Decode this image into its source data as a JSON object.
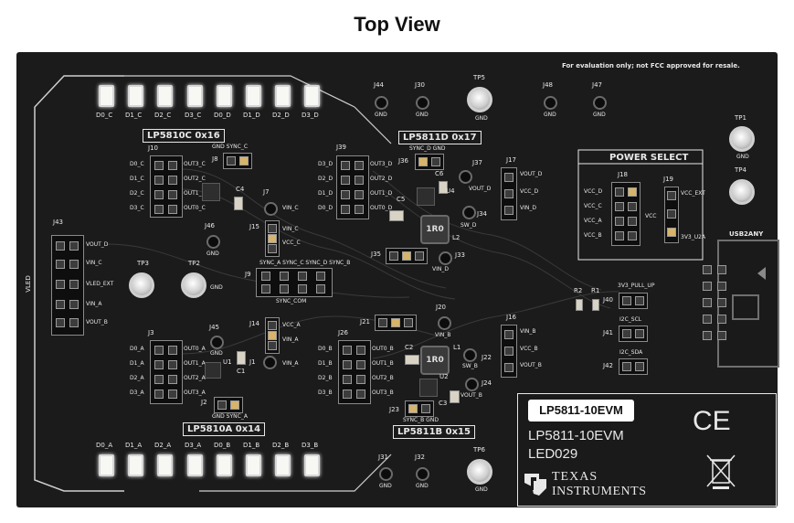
{
  "title": "Top View",
  "notice": "For evaluation only; not FCC approved for resale.",
  "leds_top": [
    "D0_C",
    "D1_C",
    "D2_C",
    "D3_C",
    "D0_D",
    "D1_D",
    "D2_D",
    "D3_D"
  ],
  "leds_bottom": [
    "D0_A",
    "D1_A",
    "D2_A",
    "D3_A",
    "D0_B",
    "D1_B",
    "D2_B",
    "D3_B"
  ],
  "gnd": "GND",
  "sections": {
    "c": "LP5810C 0x16",
    "d": "LP5811D 0x17",
    "a": "LP5810A 0x14",
    "b": "LP5811B 0x15"
  },
  "power_select": "POWER SELECT",
  "usb": "USB2ANY",
  "vled": "VLED",
  "sticker": "LP5811-10EVM",
  "model": "LP5811-10EVM",
  "code": "LED029",
  "ti_texas": "TEXAS",
  "ti_instruments": "INSTRUMENTS",
  "ce": "CE",
  "refs": {
    "j44": "J44",
    "j30": "J30",
    "tp5": "TP5",
    "j48": "J48",
    "j47": "J47",
    "tp1": "TP1",
    "tp4": "TP4",
    "tp3": "TP3",
    "tp2": "TP2",
    "tp6": "TP6",
    "j10": "J10",
    "j8": "J8",
    "j7": "J7",
    "j15": "J15",
    "j39": "J39",
    "j36": "J36",
    "j37": "J37",
    "j34": "J34",
    "j17": "J17",
    "j18": "J18",
    "j19": "J19",
    "j35": "J35",
    "j33": "J33",
    "j9": "J9",
    "j43": "J43",
    "j46": "J46",
    "j3": "J3",
    "j45": "J45",
    "j14": "J14",
    "j1": "J1",
    "j2": "J2",
    "j26": "J26",
    "j21": "J21",
    "j20": "J20",
    "j16": "J16",
    "j22": "J22",
    "j24": "J24",
    "j23": "J23",
    "j31": "J31",
    "j32": "J32",
    "j40": "J40",
    "j41": "J41",
    "j42": "J42",
    "c4": "C4",
    "c6": "C6",
    "c5": "C5",
    "u4": "U4",
    "l2": "L2",
    "c1": "C1",
    "u1": "U1",
    "c2": "C2",
    "l1": "L1",
    "u2": "U2",
    "c3": "C3",
    "r2": "R2",
    "r1": "R1",
    "ind": "1R0"
  },
  "nets": {
    "gnd_sync_c": "GND SYNC_C",
    "sync_d_gnd": "SYNC_D GND",
    "gnd_sync_a": "GND SYNC_A",
    "sync_b_gnd": "SYNC_B GND",
    "sync_com": "SYNC_COM",
    "sync_row": "SYNC_A SYNC_C SYNC_D SYNC_B",
    "vin_c": "VIN_C",
    "vcc_c": "VCC_C",
    "vcc_a": "VCC_A",
    "vin_a": "VIN_A",
    "vout_d": "VOUT_D",
    "vcc_d": "VCC_D",
    "vin_d": "VIN_D",
    "vin_b": "VIN_B",
    "vcc_b": "VCC_B",
    "vout_b": "VOUT_B",
    "sw_d": "SW_D",
    "sw_b": "SW_B",
    "vcc_ext": "VCC_EXT",
    "vcc": "VCC",
    "v3_u2a": "3V3_U2A",
    "pull_up": "3V3_PULL_UP",
    "i2c_scl": "I2C_SCL",
    "i2c_sda": "I2C_SDA",
    "vout_d_side": "VOUT_D",
    "vin_c_side": "VIN_C",
    "vled_ext": "VLED_EXT",
    "vin_a_side": "VIN_A",
    "vout_b_side": "VOUT_B"
  },
  "pins": {
    "c_left": [
      "D0_C",
      "D1_C",
      "D2_C",
      "D3_C"
    ],
    "c_right": [
      "OUT3_C",
      "OUT2_C",
      "OUT1_C",
      "OUT0_C"
    ],
    "d_left": [
      "D3_D",
      "D2_D",
      "D1_D",
      "D0_D"
    ],
    "d_right": [
      "OUT3_D",
      "OUT2_D",
      "OUT1_D",
      "OUT0_D"
    ],
    "a_left": [
      "D0_A",
      "D1_A",
      "D2_A",
      "D3_A"
    ],
    "a_right": [
      "OUT0_A",
      "OUT1_A",
      "OUT2_A",
      "OUT3_A"
    ],
    "b_left": [
      "D0_B",
      "D1_B",
      "D2_B",
      "D3_B"
    ],
    "b_right": [
      "OUT0_B",
      "OUT1_B",
      "OUT2_B",
      "OUT3_B"
    ],
    "power_left": [
      "VCC_D",
      "VCC_C",
      "VCC_A",
      "VCC_B"
    ]
  }
}
